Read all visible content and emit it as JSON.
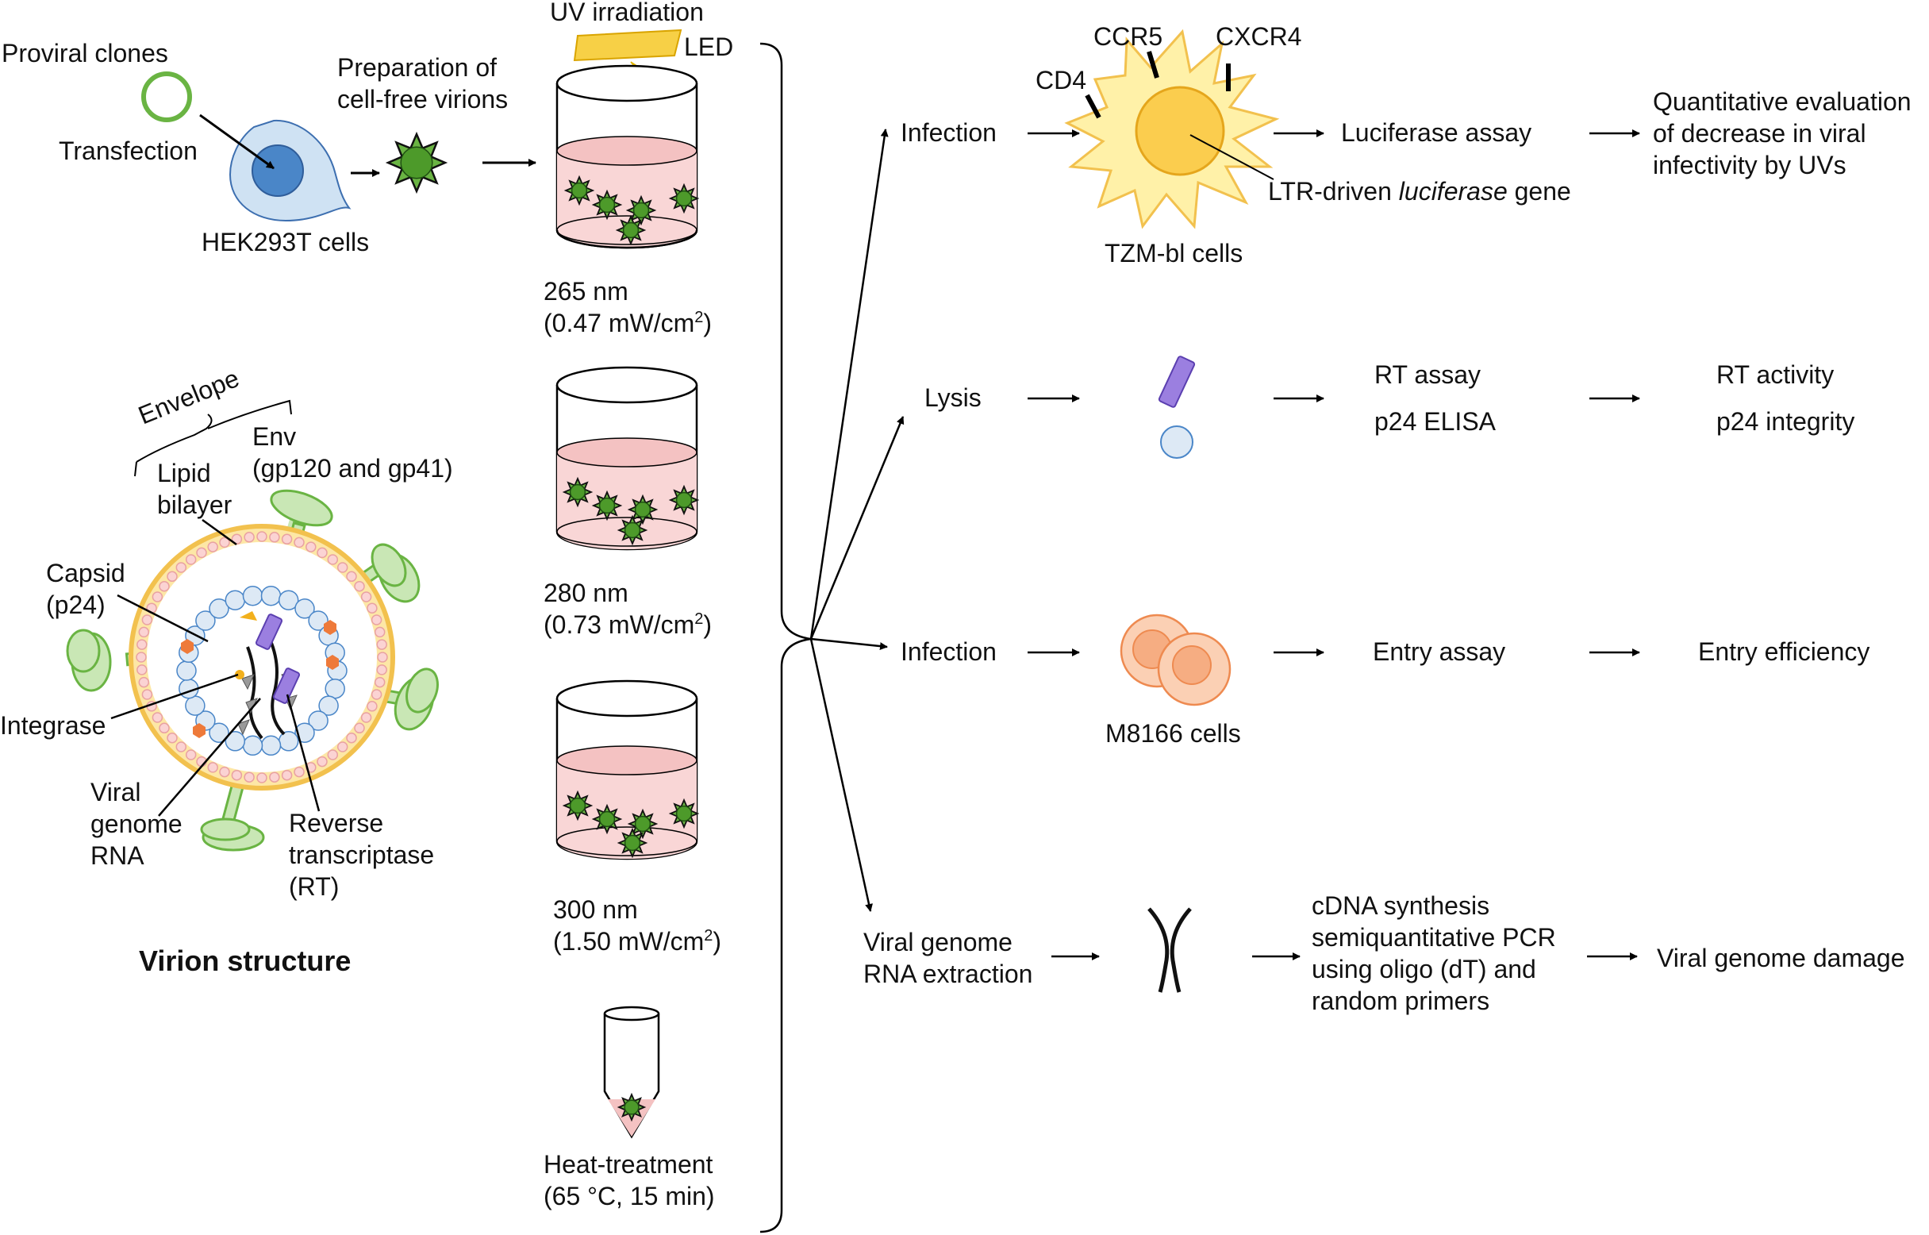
{
  "workflow": {
    "proviral_clones": "Proviral clones",
    "transfection": "Transfection",
    "hek293t_cells": "HEK293T cells",
    "preparation_line1": "Preparation of",
    "preparation_line2": "cell-free virions",
    "uv_irradiation": "UV irradiation",
    "led": "LED"
  },
  "conditions": [
    {
      "wavelength": "265 nm",
      "irradiance_prefix": "(0.47 mW/cm",
      "superscript": "2",
      "closing": ")"
    },
    {
      "wavelength": "280 nm",
      "irradiance_prefix": "(0.73 mW/cm",
      "superscript": "2",
      "closing": ")"
    },
    {
      "wavelength": "300 nm",
      "irradiance_prefix": "(1.50 mW/cm",
      "superscript": "2",
      "closing": ")"
    },
    {
      "line1": "Heat-treatment",
      "line2": "(65 °C, 15 min)"
    }
  ],
  "virion": {
    "envelope": "Envelope",
    "env_line1": "Env",
    "env_line2": "(gp120 and gp41)",
    "lipid_line1": "Lipid",
    "lipid_line2": "bilayer",
    "capsid_line1": "Capsid",
    "capsid_line2": "(p24)",
    "integrase": "Integrase",
    "viral_line1": "Viral",
    "viral_line2": "genome",
    "viral_line3": "RNA",
    "rt_line1": "Reverse",
    "rt_line2": "transcriptase",
    "rt_line3": "(RT)",
    "title": "Virion structure"
  },
  "branches": {
    "infection_1": "Infection",
    "lysis": "Lysis",
    "infection_2": "Infection",
    "extraction_line1": "Viral genome",
    "extraction_line2": "RNA extraction"
  },
  "tzm": {
    "cd4": "CD4",
    "ccr5": "CCR5",
    "cxcr4": "CXCR4",
    "cells": "TZM-bl  cells",
    "ltr_prefix": "LTR-driven ",
    "ltr_italic": "luciferase",
    "ltr_suffix": " gene"
  },
  "assays": {
    "luciferase": "Luciferase assay",
    "rt_assay": "RT assay",
    "p24_elisa": "p24 ELISA",
    "entry_assay": "Entry  assay",
    "m8166_cells": "M8166 cells",
    "cdna_line1": "cDNA synthesis",
    "cdna_line2": "semiquantitative  PCR",
    "cdna_line3": "using oligo (dT) and",
    "cdna_line4": "random primers"
  },
  "results": {
    "quant_line1": "Quantitative  evaluation",
    "quant_line2": "of decrease in viral",
    "quant_line3": "infectivity  by UVs",
    "rt_activity": "RT activity",
    "p24_integrity": "p24 integrity",
    "entry_efficiency": "Entry  efficiency",
    "genome_damage": "Viral genome damage"
  },
  "colors": {
    "liquid_pink": "#f9d6d6",
    "virion_green": "#4d9a2a",
    "capsid_blue": "#dde9f5",
    "envelope_yellow": "#f7d472",
    "env_green": "#7cbf55",
    "tzm_yellow": "#fff1a8",
    "m8166_orange": "#f6ad82",
    "rt_purple": "#9b7fe0"
  }
}
